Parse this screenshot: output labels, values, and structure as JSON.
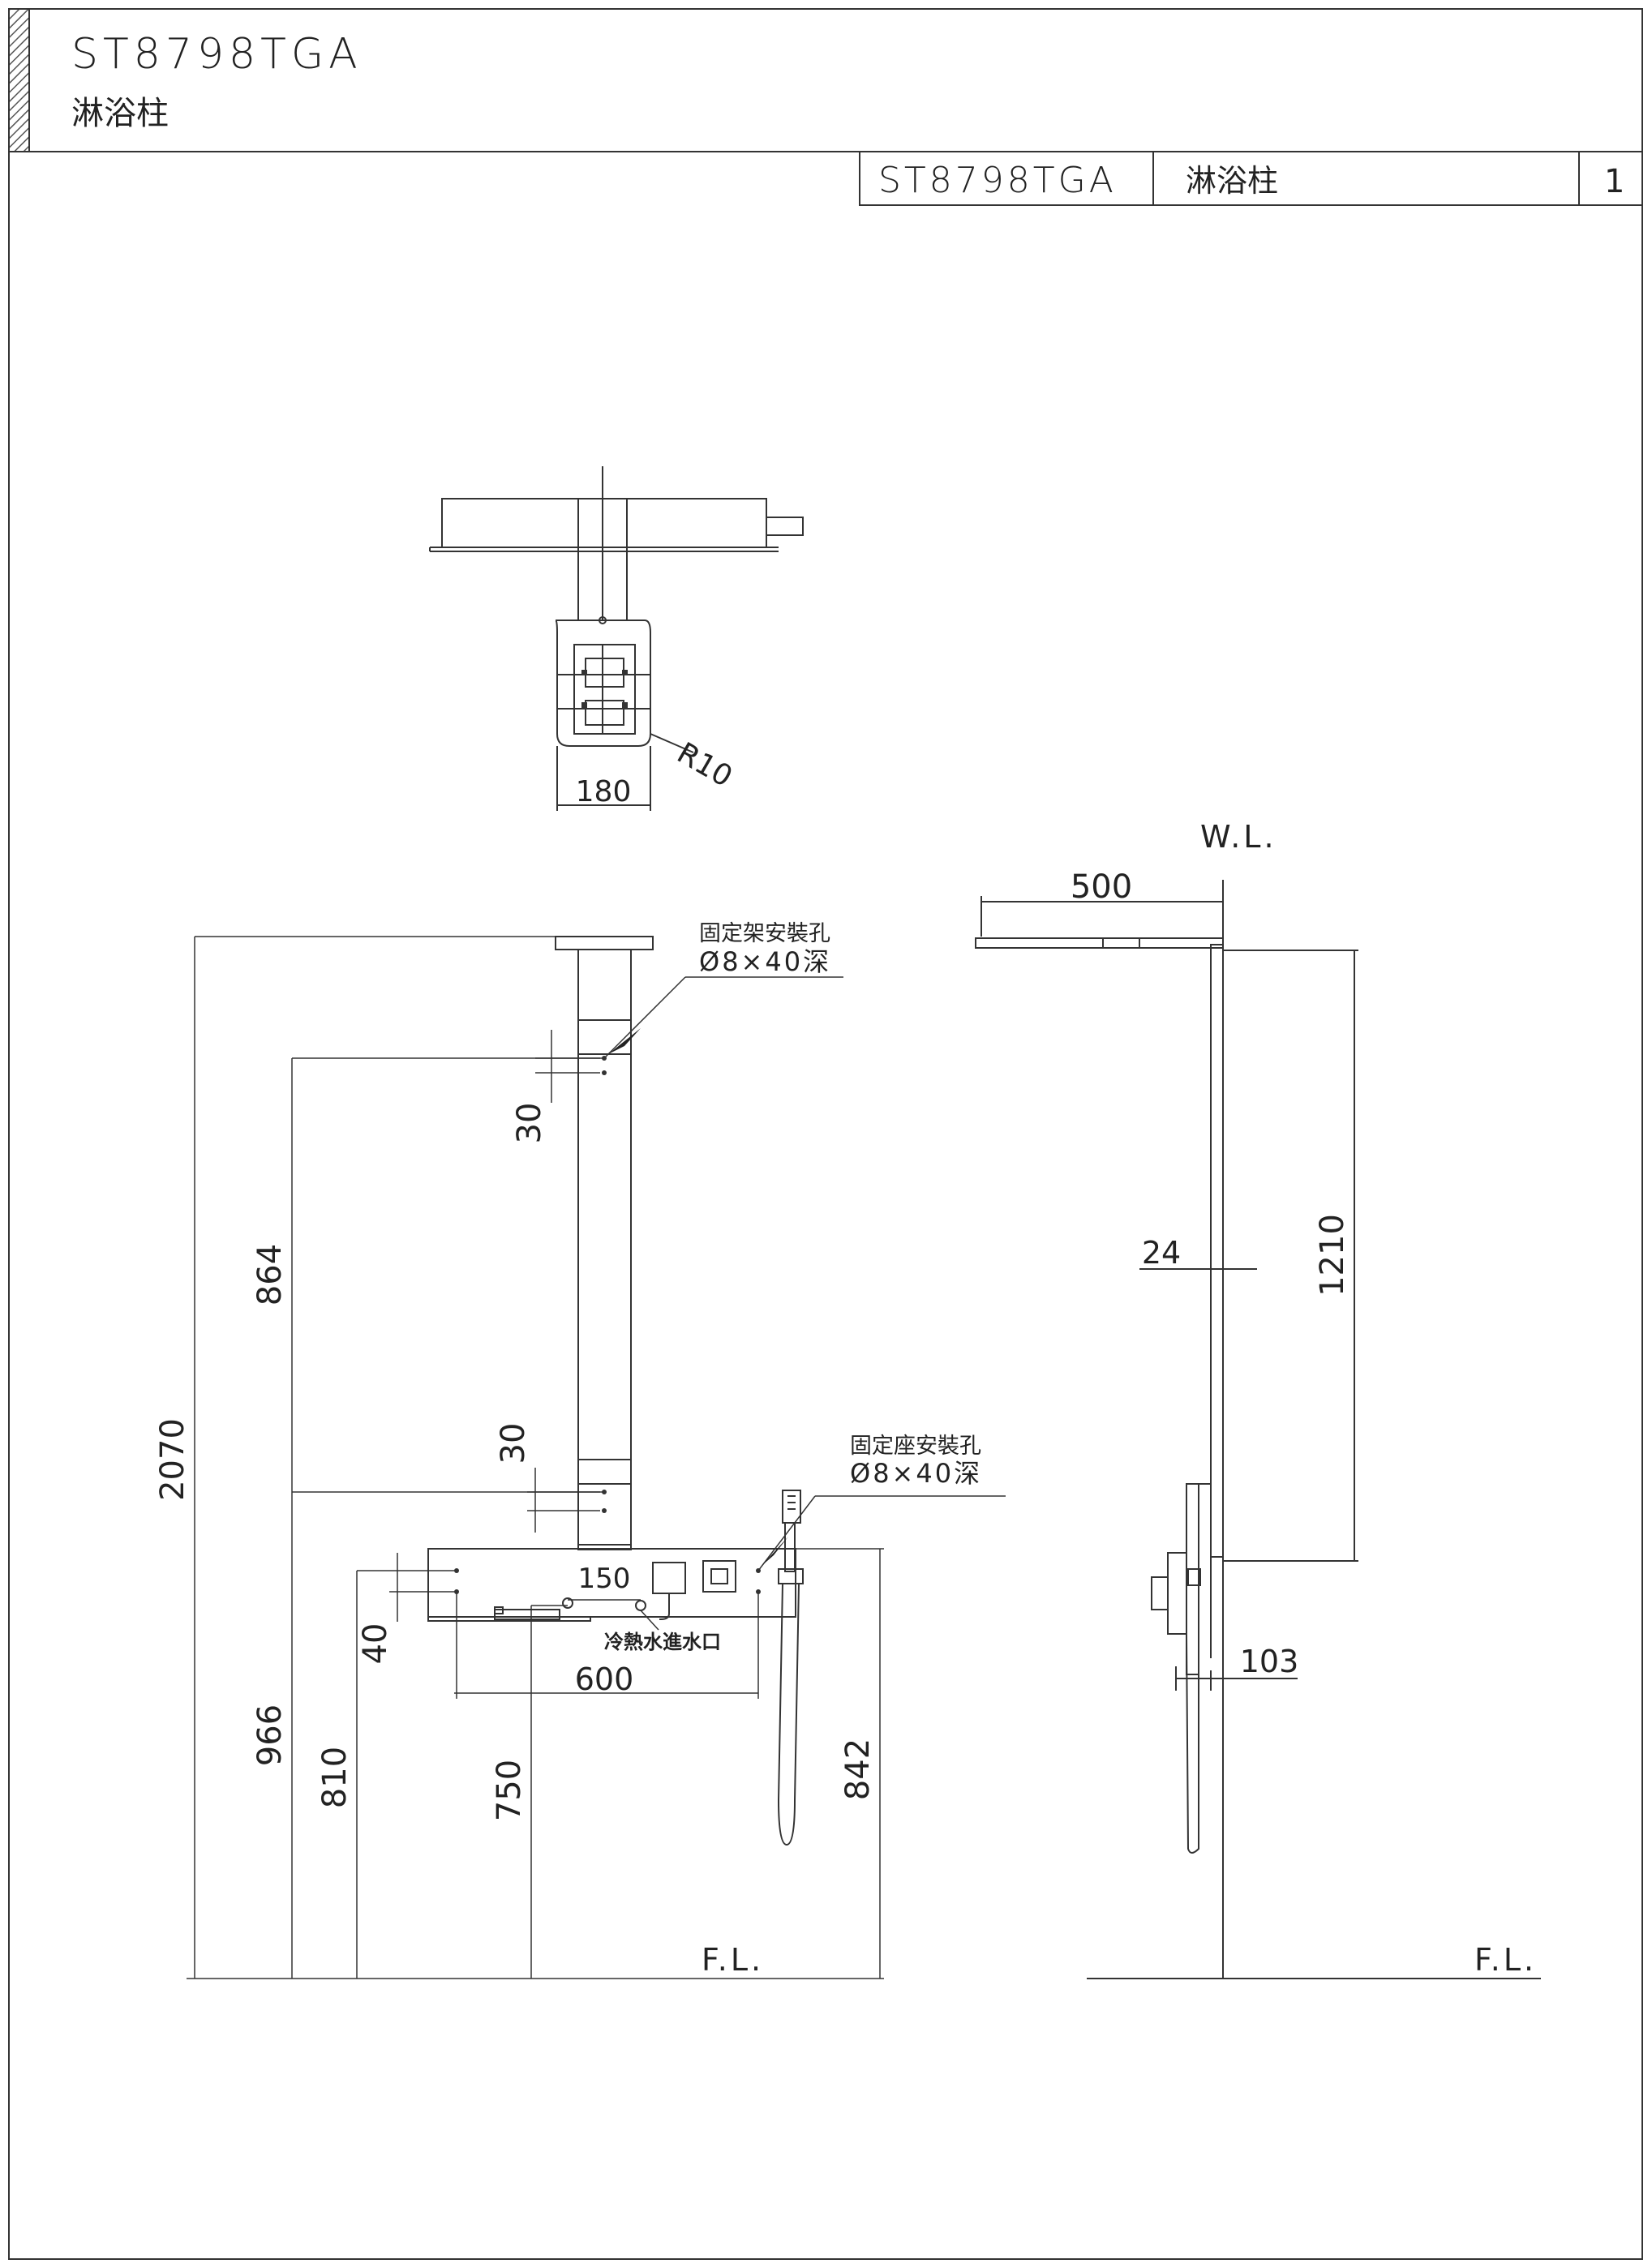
{
  "header": {
    "model": "ST8798TGA",
    "name_cn": "淋浴柱"
  },
  "title_block": {
    "model": "ST8798TGA",
    "name_cn": "淋浴柱",
    "sheet": "1"
  },
  "labels": {
    "wall_line": "W.L.",
    "floor_line_front": "F.L.",
    "floor_line_side": "F.L.",
    "bracket_holes_title": "固定架安裝孔",
    "bracket_holes_spec": "Ø8×40深",
    "base_holes_title": "固定座安裝孔",
    "base_holes_spec": "Ø8×40深",
    "water_inlet": "冷熱水進水口"
  },
  "dimensions": {
    "top_width": "180",
    "top_radius": "R10",
    "head_depth": "500",
    "head_height": "1210",
    "column_thickness": "24",
    "mixer_projection": "103",
    "total_height": "2070",
    "bracket_spacing": "864",
    "hole_gap_top": "30",
    "hole_gap_bottom": "30",
    "lower_hole_height": "966",
    "panel_hole_spacing": "40",
    "panel_hole_height": "810",
    "inlet_height": "750",
    "panel_top_height": "842",
    "panel_hole_width": "600",
    "inlet_spacing": "150"
  },
  "colors": {
    "line": "#333333",
    "hatch": "#555555",
    "background": "#ffffff"
  }
}
